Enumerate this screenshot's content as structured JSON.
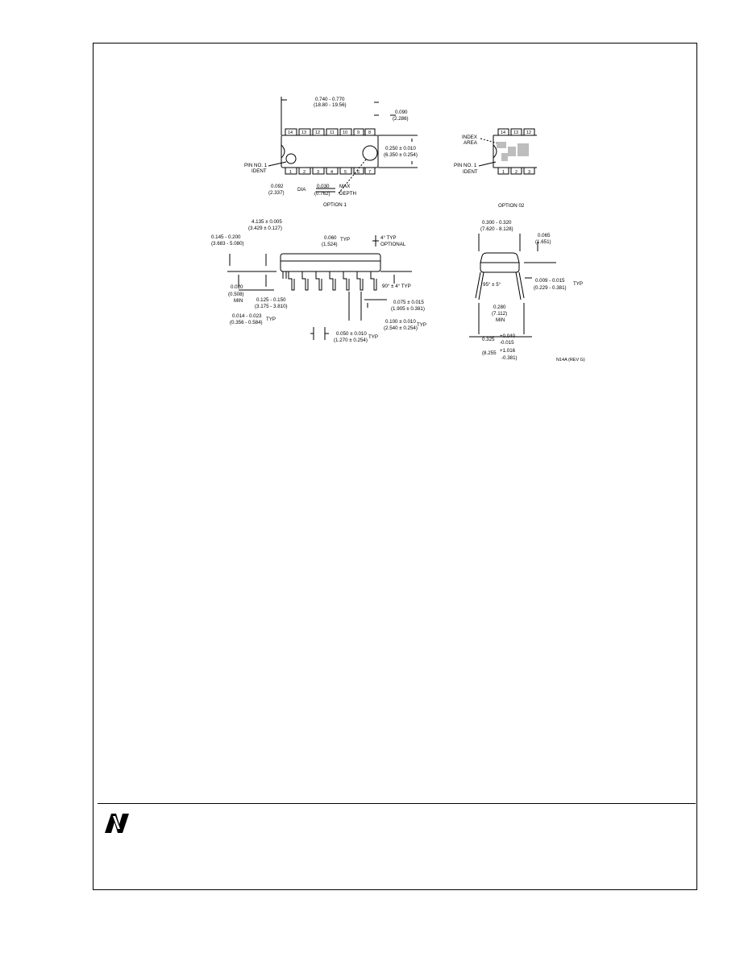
{
  "drawing": {
    "top_view": {
      "length": "0.740 - 0.770",
      "length_mm": "(18.80 - 19.56)",
      "end_offset": "0.090",
      "end_offset_mm": "(2.286)",
      "width": "0.250 ± 0.010",
      "width_mm": "(6.350 ± 0.254)",
      "pins_top": [
        "14",
        "13",
        "12",
        "11",
        "10",
        "9",
        "8"
      ],
      "pins_bottom": [
        "1",
        "2",
        "3",
        "4",
        "5",
        "6",
        "7"
      ],
      "pin_ident": "PIN NO. 1",
      "pin_ident_2": "IDENT",
      "dia": "0.092",
      "dia_mm": "(2.337)",
      "dia_label": "DIA",
      "depth": "0.030",
      "depth_mm": "(0.762)",
      "depth_label": "MAX",
      "depth_label_2": "DEPTH",
      "caption": "OPTION 1"
    },
    "option2": {
      "index_area": "INDEX",
      "index_area_2": "AREA",
      "pins_top": [
        "14",
        "13",
        "12"
      ],
      "pins_bottom": [
        "1",
        "2",
        "3"
      ],
      "pin_ident": "PIN NO. 1",
      "pin_ident_2": "IDENT",
      "caption": "OPTION 02"
    },
    "side_view": {
      "chamfer": "4.135 ± 0.005",
      "chamfer_mm": "(3.429 ± 0.127)",
      "height": "0.145 - 0.200",
      "height_mm": "(3.683 - 5.080)",
      "body": "0.060",
      "body_mm": "(1.524)",
      "body_label": "TYP",
      "corner": "4° TYP",
      "corner_label": "OPTIONAL",
      "standoff": "0.020",
      "standoff_mm": "(0.508)",
      "standoff_label": "MIN",
      "lead_len": "0.125 - 0.150",
      "lead_len_mm": "(3.175 - 3.810)",
      "angle": "90° ± 4° TYP",
      "lead_w": "0.075 ± 0.015",
      "lead_w_mm": "(1.905 ± 0.381)",
      "pitch": "0.100 ± 0.010",
      "pitch_mm": "(2.540 ± 0.254)",
      "pitch_label": "TYP",
      "thk": "0.014 - 0.023",
      "thk_mm": "(0.356 - 0.584)",
      "thk_label": "TYP",
      "lead_w2": "0.050 ± 0.010",
      "lead_w2_mm": "(1.270 ± 0.254)",
      "lead_w2_label": "TYP"
    },
    "end_view": {
      "width": "0.300 - 0.320",
      "width_mm": "(7.620 - 8.128)",
      "top": "0.065",
      "top_mm": "(1.651)",
      "angle": "95° ± 5°",
      "lead_t": "0.009 - 0.015",
      "lead_t_mm": "(0.229 - 0.381)",
      "lead_t_label": "TYP",
      "span": "0.280",
      "span_mm": "(7.112)",
      "span_label": "MIN",
      "spread": "0.325",
      "spread_plus": "+0.040",
      "spread_minus": "-0.015",
      "spread_mm": "(8.255",
      "spread_mm_plus": "+1.016",
      "spread_mm_minus": "-0.381)",
      "drawing_id": "N14A (REV G)"
    }
  }
}
